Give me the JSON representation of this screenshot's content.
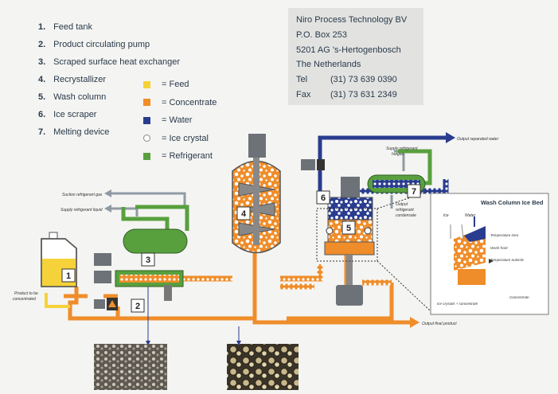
{
  "components": [
    {
      "number": "1.",
      "label": "Feed tank"
    },
    {
      "number": "2.",
      "label": "Product circulating pump"
    },
    {
      "number": "3.",
      "label": "Scraped surface heat exchanger"
    },
    {
      "number": "4.",
      "label": "Recrystallizer"
    },
    {
      "number": "5.",
      "label": "Wash column"
    },
    {
      "number": "6.",
      "label": "Ice scraper"
    },
    {
      "number": "7.",
      "label": "Melting device"
    }
  ],
  "color_key": [
    {
      "label": "= Feed",
      "color": "#f6d23a",
      "style": "fill"
    },
    {
      "label": "= Concentrate",
      "color": "#ef8d2a",
      "style": "fill"
    },
    {
      "label": "= Water",
      "color": "#2a3c8f",
      "style": "fill"
    },
    {
      "label": "= Ice crystal",
      "color": "#ffffff",
      "style": "ring"
    },
    {
      "label": "= Refrigerant",
      "color": "#58a03e",
      "style": "fill"
    }
  ],
  "address": {
    "company": "Niro Process Technology BV",
    "po_box": "P.O. Box 253",
    "city": "5201 AG  's-Hertogenbosch",
    "country": "The Netherlands",
    "tel_label": "Tel",
    "tel": "(31) 73 639 0390",
    "fax_label": "Fax",
    "fax": "(31) 73 631 2349"
  },
  "unit_numbers": [
    "1",
    "2",
    "3",
    "4",
    "5",
    "6",
    "7"
  ],
  "labels": {
    "suction_gas": "Suction refrigerant gas",
    "supply_liquid": "Supply refrigerant liquid",
    "product_in_line1": "Product to be",
    "product_in_line2": "concentrated",
    "output_water": "Output separated water",
    "supply_hotgas_line1": "Supply refrigerant",
    "supply_hotgas_line2": "hotgas",
    "output_condensate_line1": "Output",
    "output_condensate_line2": "refrigerant",
    "output_condensate_line3": "condensate",
    "output_final": "Output final product"
  },
  "inset": {
    "title": "Wash Column Ice Bed",
    "ice": "Ice",
    "water": "Water",
    "temp_zero": "Temperature zero",
    "wash_front": "Wash front",
    "temp_eutectic": "Temperature eutectic",
    "concentrate": "Concentrate",
    "ice_mix": "Ice crystals + concentrate"
  },
  "colors": {
    "feed": "#f6d23a",
    "concentrate": "#ef8d2a",
    "water": "#2a3c8f",
    "refrigerant": "#58a03e",
    "pipe_grey": "#8f9aa4",
    "motor": "#6c7278"
  }
}
